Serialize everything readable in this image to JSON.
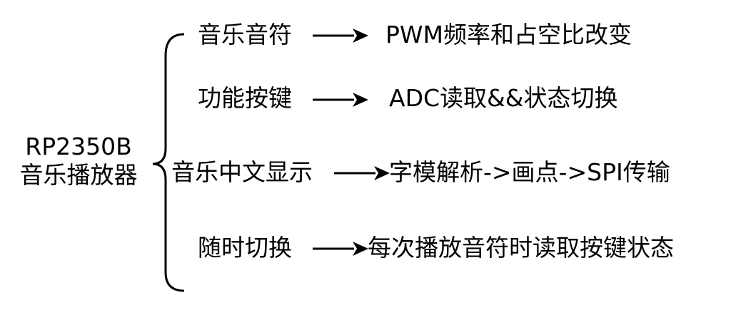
{
  "root": {
    "line1": "RP2350B",
    "line2": "音乐播放器"
  },
  "branches": [
    {
      "feature": "音乐音符",
      "implementation": "PWM频率和占空比改变"
    },
    {
      "feature": "功能按键",
      "implementation": "ADC读取&&状态切换"
    },
    {
      "feature": "音乐中文显示",
      "implementation": "字模解析->画点->SPI传输"
    },
    {
      "feature": "随时切换",
      "implementation": "每次播放音符时读取按键状态"
    }
  ],
  "colors": {
    "line": "#000000",
    "background": "#ffffff"
  }
}
